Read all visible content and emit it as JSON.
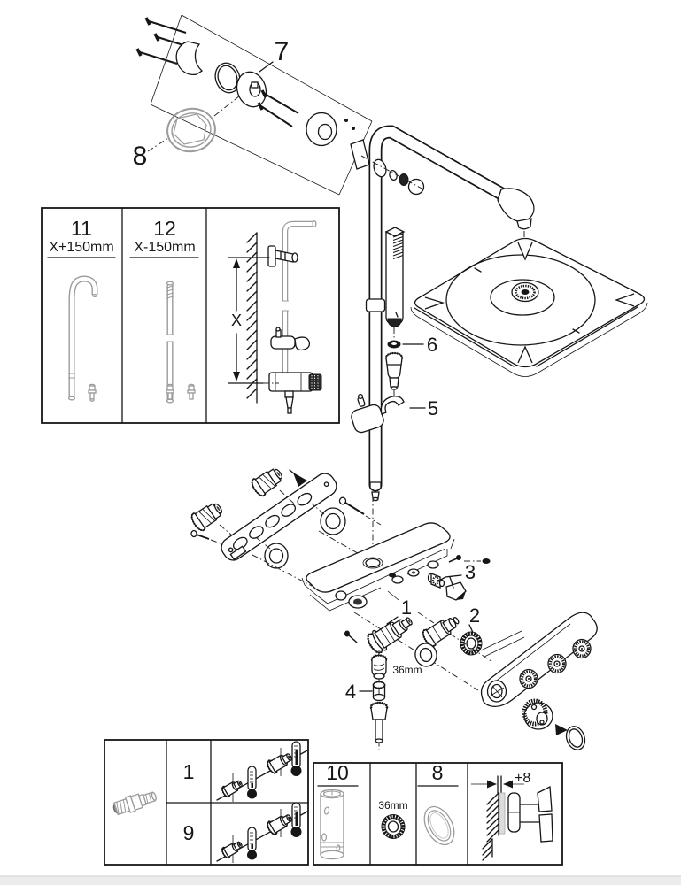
{
  "drawing": {
    "type": "exploded-parts-installation-diagram",
    "subject": "thermostatic shower system with head shower, hand shower and shelf thermostat",
    "callouts": {
      "part7": "7",
      "part8": "8",
      "part6": "6",
      "part5": "5",
      "part3": "3",
      "part1": "1",
      "part2": "2",
      "part4": "4"
    },
    "ring_size_label": "36mm"
  },
  "length_box": {
    "long_option": {
      "number": "11",
      "formula": "X+150mm"
    },
    "short_option": {
      "number": "12",
      "formula": "X-150mm"
    },
    "reference_dimension": "X"
  },
  "cartridge_box": {
    "row_top_number": "1",
    "row_bottom_number": "9"
  },
  "accessory_box": {
    "sleeve_number": "10",
    "ring_size": "36mm",
    "seal_number": "8",
    "offset_dimension": "+8"
  }
}
